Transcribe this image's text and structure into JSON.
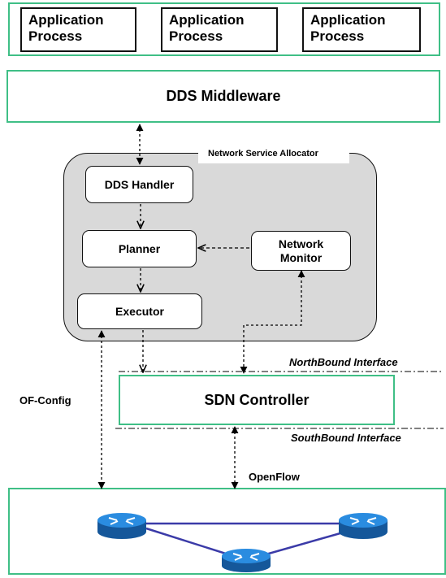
{
  "app_processes": [
    "Application\nProcess",
    "Application\nProcess",
    "Application\nProcess"
  ],
  "middleware_label": "DDS Middleware",
  "nsa_label": "Network Service Allocator",
  "dds_handler_label": "DDS Handler",
  "planner_label": "Planner",
  "network_monitor_label": "Network\nMonitor",
  "executor_label": "Executor",
  "northbound_label": "NorthBound Interface",
  "sdn_controller_label": "SDN Controller",
  "southbound_label": "SouthBound Interface",
  "ofconfig_label": "OF-Config",
  "openflow_label": "OpenFlow",
  "colors": {
    "box_border": "#3fbf86",
    "nsa_fill": "#d9d9d9",
    "router_fill": "#1f78c8",
    "link": "#3b3ba8"
  }
}
